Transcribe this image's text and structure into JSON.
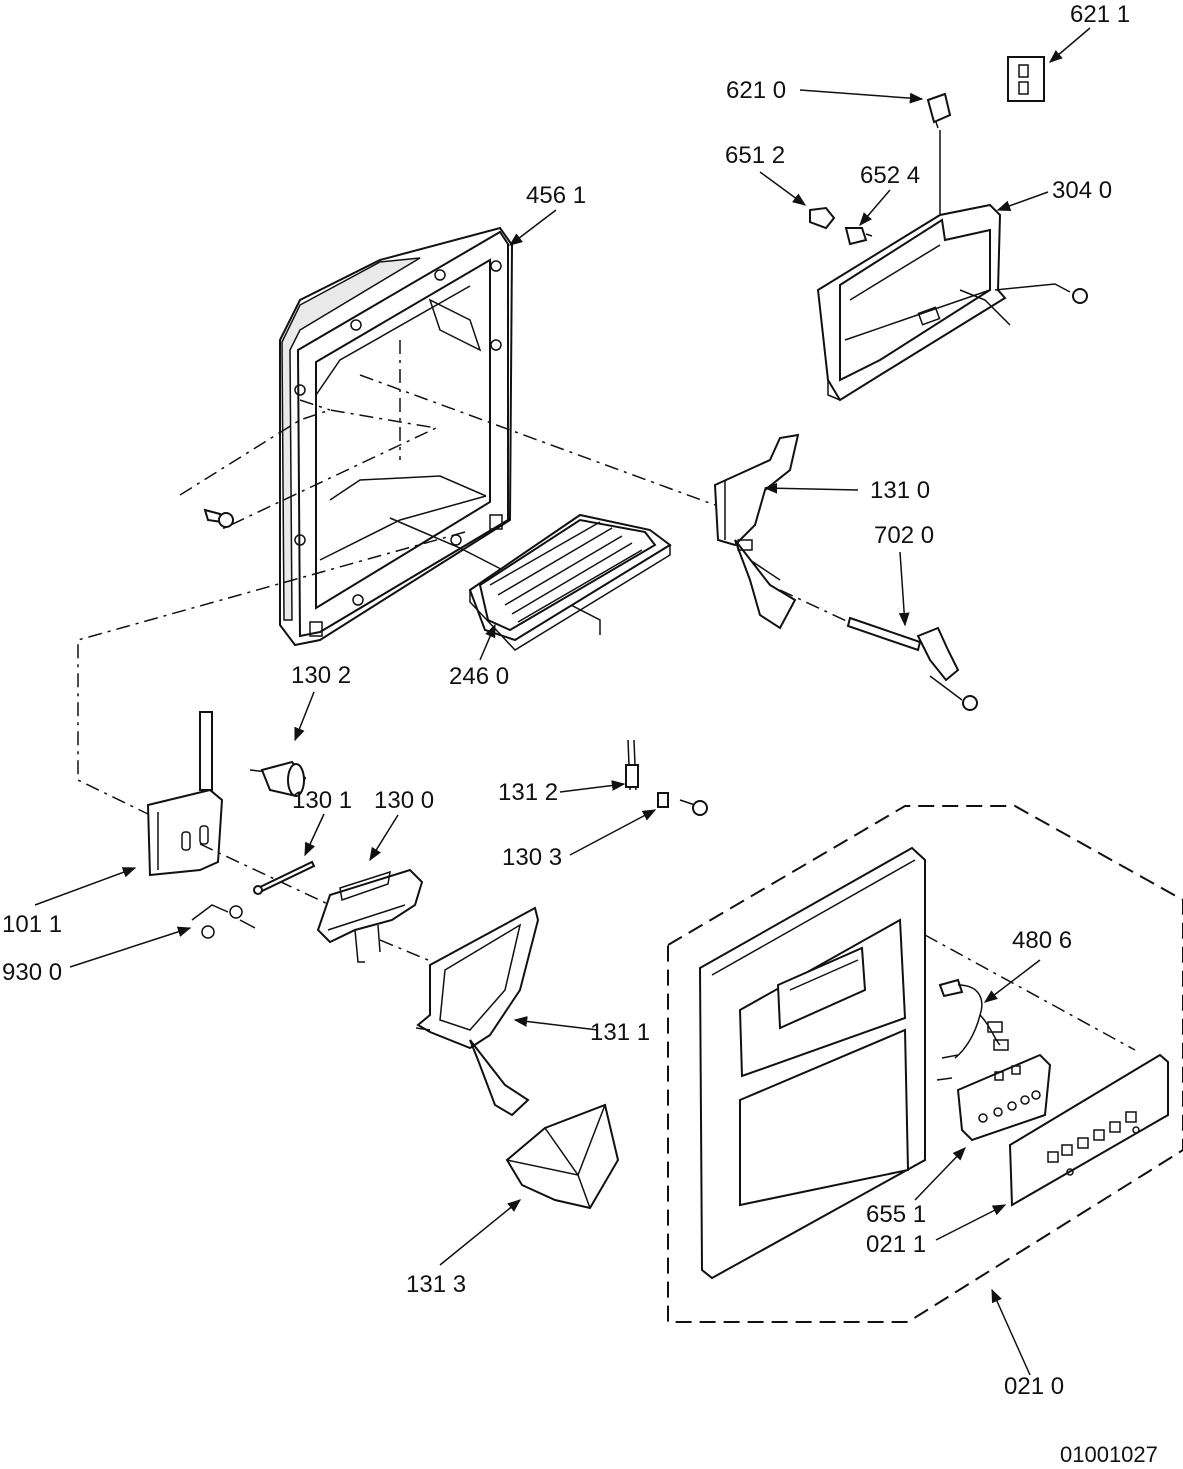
{
  "diagram": {
    "labels": {
      "l6211": "621  1",
      "l6210": "621 0",
      "l6512": "651 2",
      "l6524": "652 4",
      "l3040": "304 0",
      "l4561": "456 1",
      "l1310": "131 0",
      "l7020": "702 0",
      "l1302": "130 2",
      "l2460": "246 0",
      "l1312": "131 2",
      "l1301": "130 1",
      "l1300": "130 0",
      "l1303": "130 3",
      "l1011": "101 1",
      "l9300": "930 0",
      "l4806": "480 6",
      "l1311": "131 1",
      "l6551": "655 1",
      "l0211": "021 1",
      "l1313": "131 3",
      "l0210": "021 0"
    },
    "drawing_number": "01001027"
  }
}
